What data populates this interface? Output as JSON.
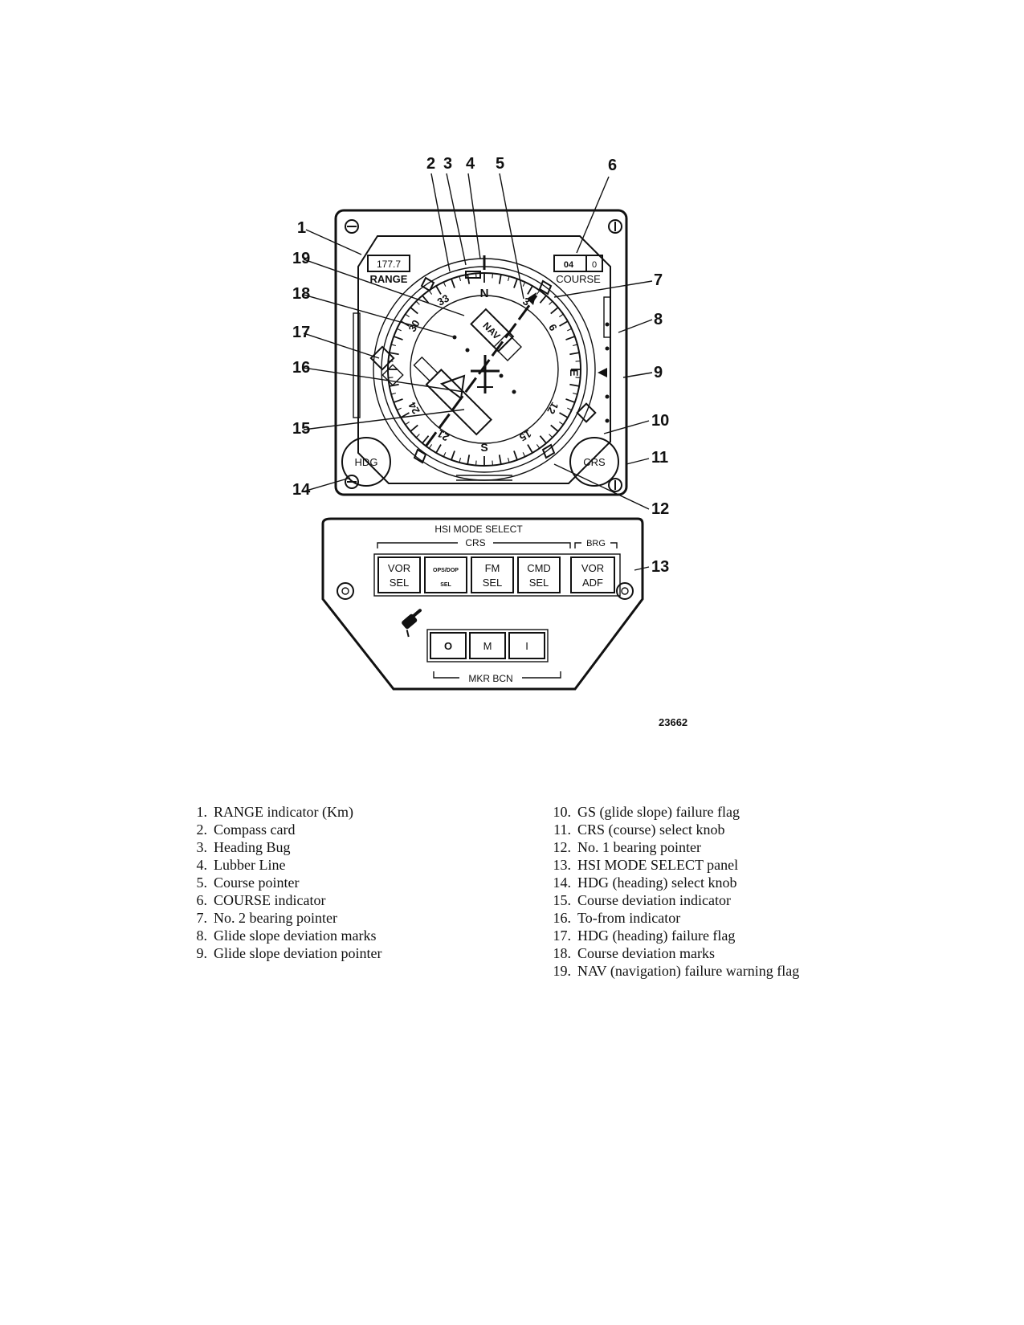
{
  "figure": {
    "callouts": [
      "1",
      "2",
      "3",
      "4",
      "5",
      "6",
      "7",
      "8",
      "9",
      "10",
      "11",
      "12",
      "13",
      "14",
      "15",
      "16",
      "17",
      "18",
      "19"
    ],
    "range_value": "177.7",
    "range_label": "RANGE",
    "course_digits": "04",
    "course_last_digit": "0",
    "course_label": "COURSE",
    "nav_flag": "NAV",
    "compass_n": "N",
    "compass_e": "E",
    "compass_s": "S",
    "compass_3": "3",
    "compass_6": "6",
    "compass_12": "12",
    "compass_15": "15",
    "compass_21": "21",
    "compass_24": "24",
    "compass_30": "30",
    "compass_33": "33",
    "hdg_knob": "HDG",
    "crs_knob": "CRS",
    "mode_panel_title": "HSI MODE SELECT",
    "crs_group": "CRS",
    "brg_group": "BRG",
    "buttons": [
      {
        "top": "VOR",
        "bottom": "SEL"
      },
      {
        "top": "OPS/DOP",
        "bottom": "SEL"
      },
      {
        "top": "FM",
        "bottom": "SEL"
      },
      {
        "top": "CMD",
        "bottom": "SEL"
      },
      {
        "top": "VOR",
        "bottom": "ADF"
      }
    ],
    "marker_buttons": [
      "O",
      "M",
      "I"
    ],
    "marker_label": "MKR BCN",
    "figure_number": "23662"
  },
  "legend_left": [
    {
      "num": "1.",
      "text": "RANGE indicator (Km)"
    },
    {
      "num": "2.",
      "text": "Compass card"
    },
    {
      "num": "3.",
      "text": "Heading Bug"
    },
    {
      "num": "4.",
      "text": "Lubber Line"
    },
    {
      "num": "5.",
      "text": "Course pointer"
    },
    {
      "num": "6.",
      "text": "COURSE indicator"
    },
    {
      "num": "7.",
      "text": "No. 2 bearing pointer"
    },
    {
      "num": "8.",
      "text": "Glide slope deviation marks"
    },
    {
      "num": "9.",
      "text": "Glide slope deviation pointer"
    }
  ],
  "legend_right": [
    {
      "num": "10.",
      "text": "GS (glide slope) failure flag"
    },
    {
      "num": "11.",
      "text": "CRS (course) select knob"
    },
    {
      "num": "12.",
      "text": "No. 1 bearing pointer"
    },
    {
      "num": "13.",
      "text": "HSI MODE SELECT panel"
    },
    {
      "num": "14.",
      "text": "HDG (heading) select knob"
    },
    {
      "num": "15.",
      "text": "Course deviation indicator"
    },
    {
      "num": "16.",
      "text": "To-from indicator"
    },
    {
      "num": "17.",
      "text": "HDG (heading) failure flag"
    },
    {
      "num": "18.",
      "text": "Course deviation marks"
    },
    {
      "num": "19.",
      "text": "NAV (navigation) failure warning flag"
    }
  ]
}
